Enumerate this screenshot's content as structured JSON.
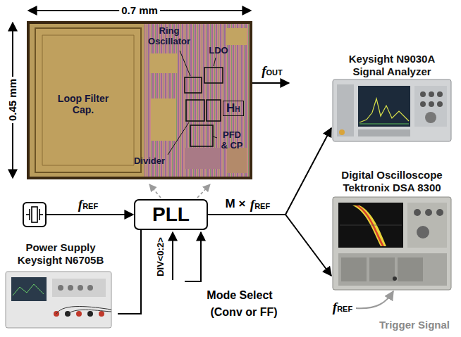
{
  "diagram": {
    "nodes": [
      {
        "text": [
          "HH"
        ]
      },
      {
        "text": [
          "Keysight N9030A Signal Analyzer"
        ]
      },
      {
        "text": [
          "PLL"
        ]
      },
      {
        "text": [
          "Digital Oscilloscope Tektronix DSA 8300"
        ]
      },
      {
        "text": [
          "Power Supply Keysight N6705B"
        ]
      }
    ],
    "edges": [
      {
        "from": 2,
        "to": 1,
        "arrow": "to"
      },
      {
        "from": 2,
        "to": 3,
        "arrow": "to"
      },
      {
        "from": 4,
        "to": 2,
        "arrow": "none"
      }
    ],
    "labels": [
      "0.7 mm",
      "0.45 mm",
      "Ring Oscillator",
      "LDO",
      "Loop Filter Cap.",
      "Divider",
      "PFD & CP",
      "fOUT",
      "fREF",
      "M ×",
      "fREF",
      "DIV<0:2>",
      "Mode Select",
      "(Conv or FF)",
      "fREF",
      "Trigger Signal"
    ]
  }
}
